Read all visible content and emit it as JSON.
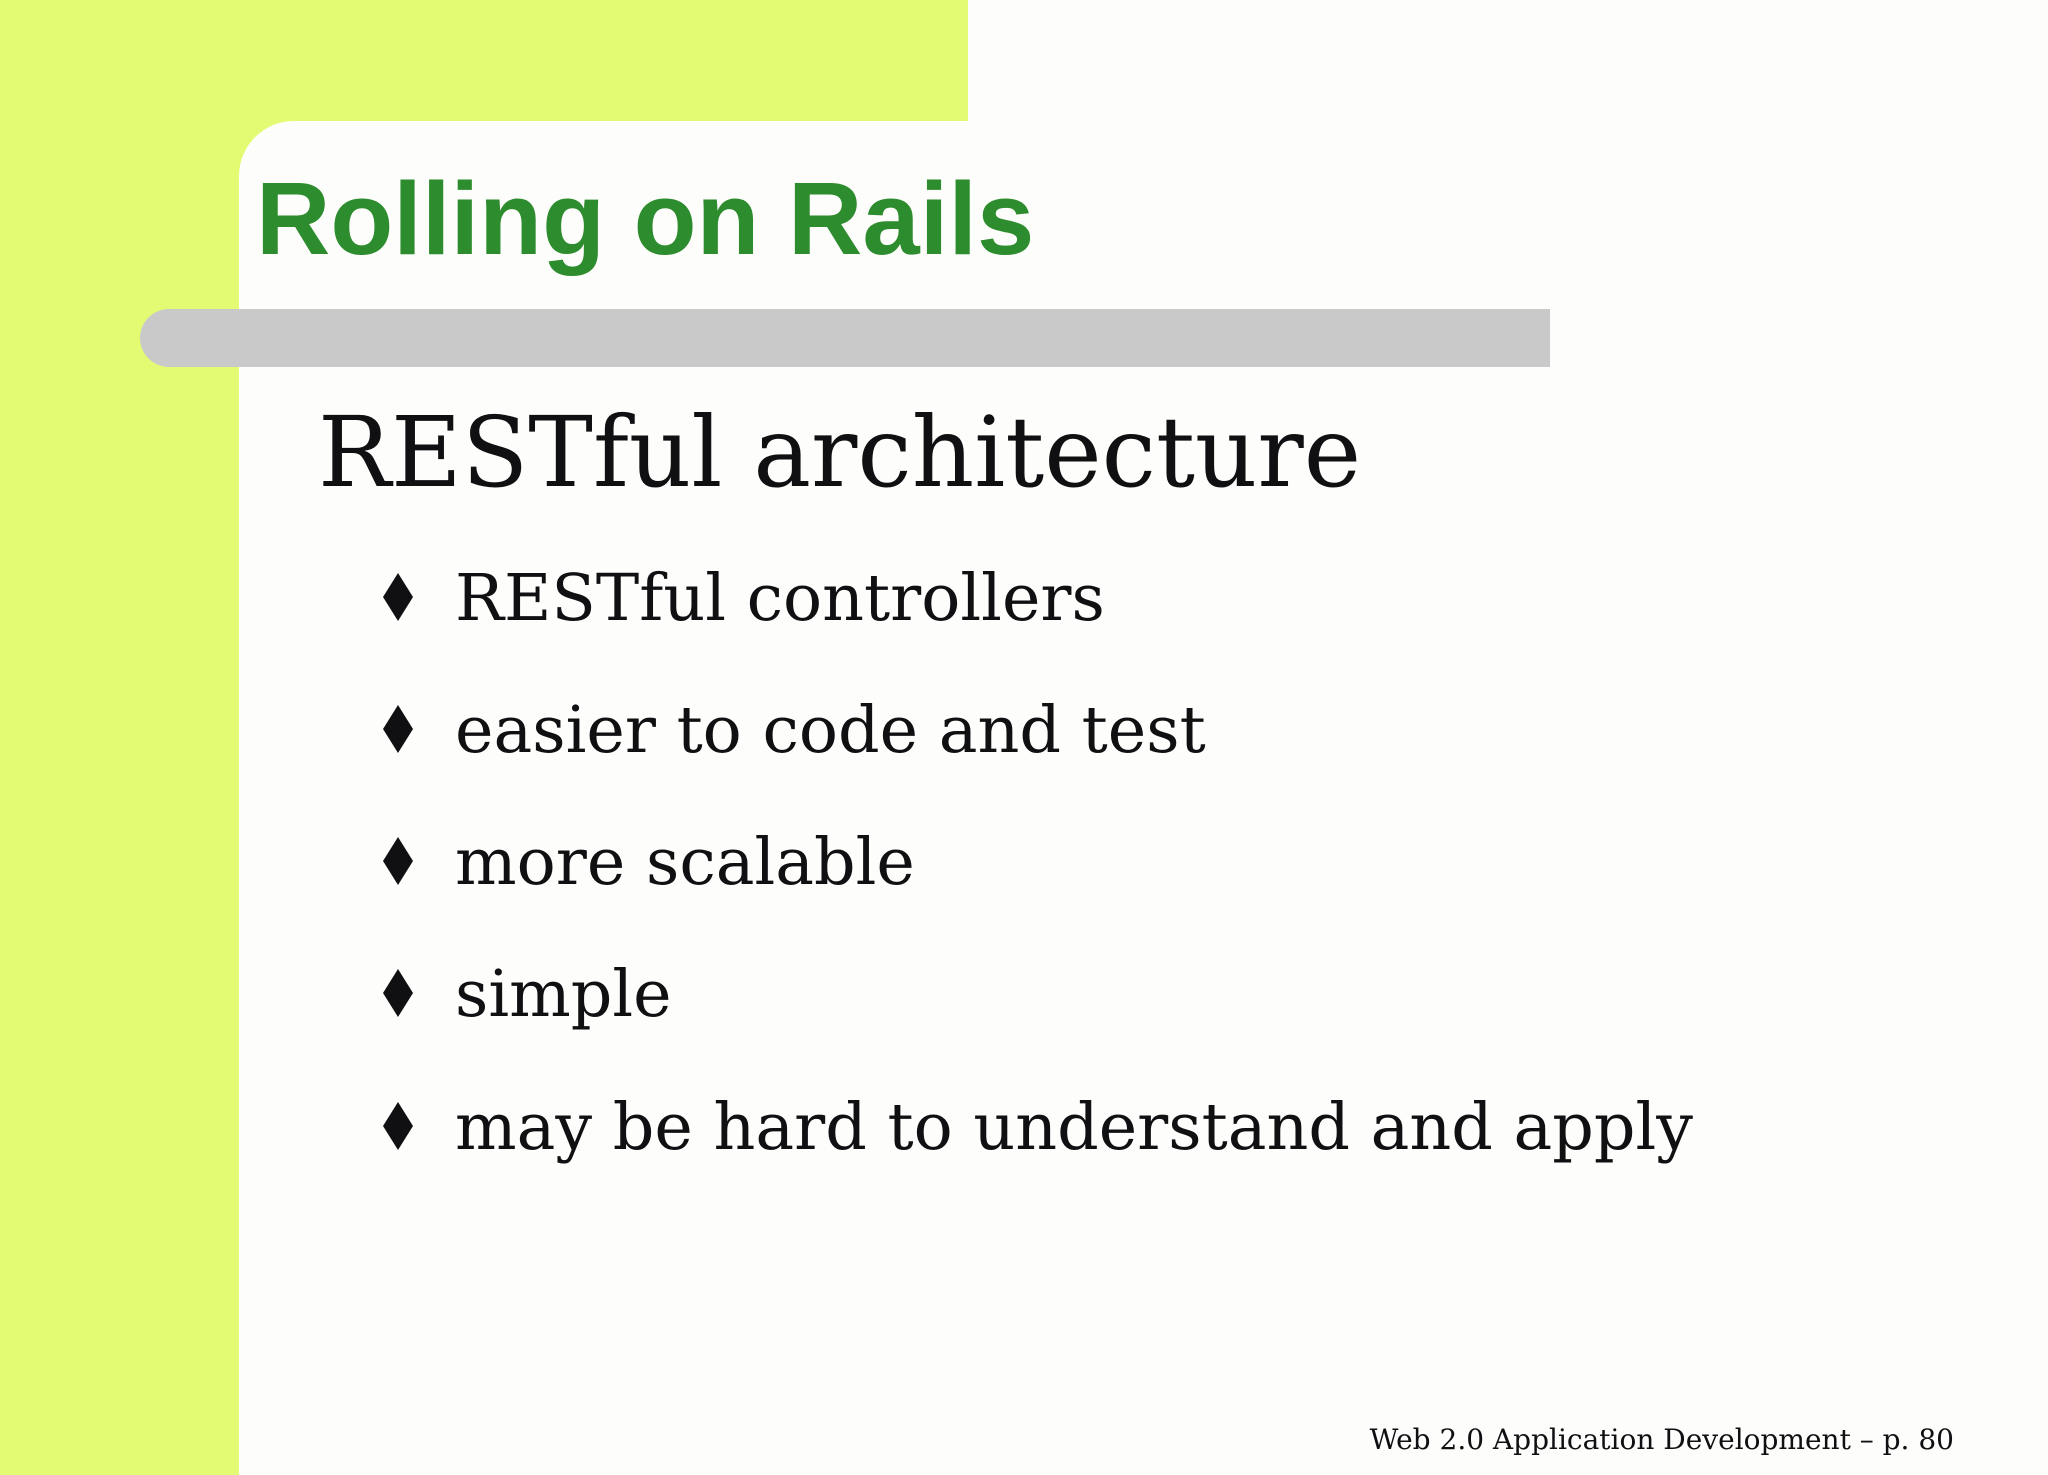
{
  "slide": {
    "title": "Rolling on Rails",
    "heading": "RESTful architecture",
    "bullets": [
      "RESTful controllers",
      "easier to code and test",
      "more scalable",
      "simple",
      "may be hard to understand and apply"
    ],
    "footer": "Web 2.0 Application Development – p. 80",
    "bullet_icon": "black-diamond"
  },
  "colors": {
    "accent_chartreuse": "#e3fb72",
    "title_green": "#2d8c2d",
    "bar_gray": "#c9c9c9",
    "text_black": "#101013",
    "background_white": "#fdfdfb"
  }
}
